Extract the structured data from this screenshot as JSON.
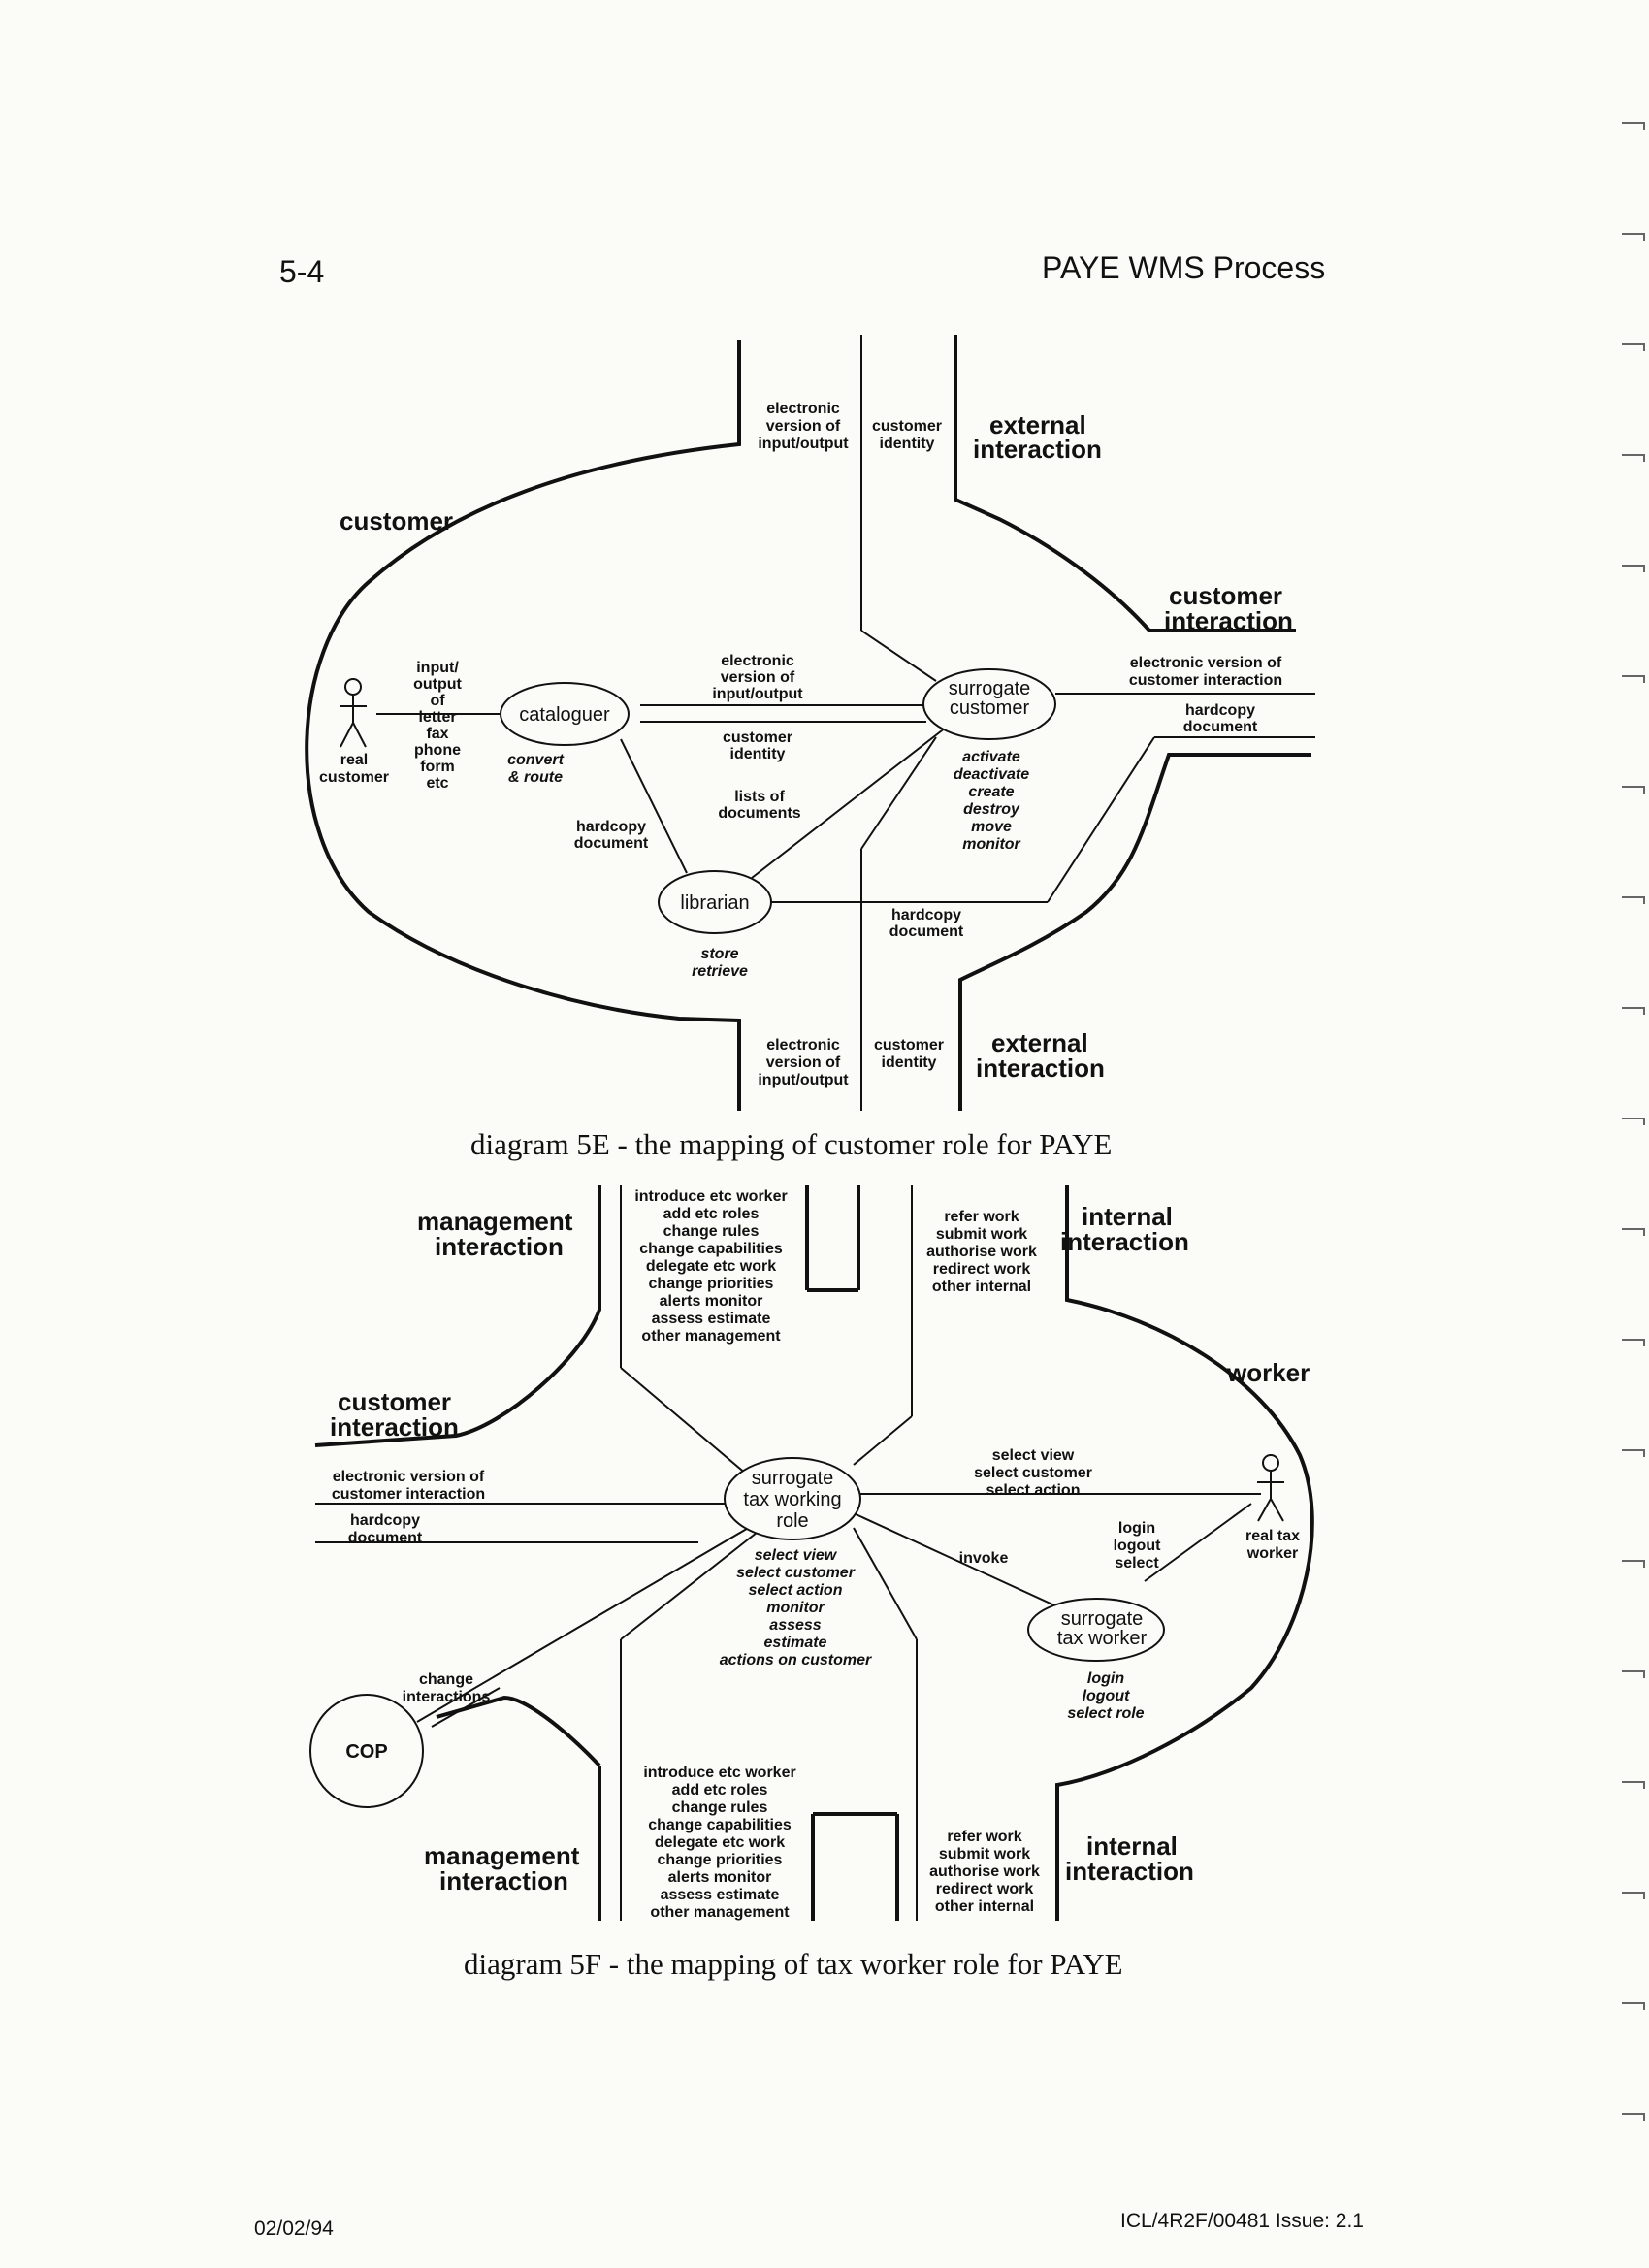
{
  "header": {
    "page_number": "5-4",
    "title": "PAYE WMS Process"
  },
  "footer": {
    "date": "02/02/94",
    "reference": "ICL/4R2F/00481 Issue: 2.1"
  },
  "diagram_5e": {
    "caption": "diagram 5E - the mapping of customer role for PAYE",
    "region_customer": "customer",
    "ext_top": [
      "external",
      "interaction"
    ],
    "ext_bottom": [
      "external",
      "interaction"
    ],
    "cust_interaction": [
      "customer",
      "interaction"
    ],
    "top_left_flow": [
      "electronic",
      "version of",
      "input/output"
    ],
    "top_right_flow": [
      "customer",
      "identity"
    ],
    "bottom_left_flow": [
      "electronic",
      "version of",
      "input/output"
    ],
    "bottom_right_flow": [
      "customer",
      "identity"
    ],
    "actor_label": [
      "real",
      "customer"
    ],
    "input_label": [
      "input/",
      "output",
      "of",
      "letter",
      "fax",
      "phone",
      "form",
      "etc"
    ],
    "cataloguer": "cataloguer",
    "cataloguer_ops": [
      "convert",
      "& route"
    ],
    "flow_electronic": [
      "electronic",
      "version of",
      "input/output"
    ],
    "flow_identity": [
      "customer",
      "identity"
    ],
    "flow_lists": [
      "lists of",
      "documents"
    ],
    "flow_hardcopy_left": [
      "hardcopy",
      "document"
    ],
    "surrogate": [
      "surrogate",
      "customer"
    ],
    "surrogate_ops": [
      "activate",
      "deactivate",
      "create",
      "destroy",
      "move",
      "monitor"
    ],
    "librarian": "librarian",
    "librarian_ops": [
      "store",
      "retrieve"
    ],
    "flow_hardcopy_bottom": [
      "hardcopy",
      "document"
    ],
    "right_electronic": [
      "electronic version of",
      "customer interaction"
    ],
    "right_hardcopy": [
      "hardcopy",
      "document"
    ]
  },
  "diagram_5f": {
    "caption": "diagram 5F - the mapping of tax worker role for PAYE",
    "mgmt_top": [
      "management",
      "interaction"
    ],
    "mgmt_bottom": [
      "management",
      "interaction"
    ],
    "internal_top": [
      "internal",
      "interaction"
    ],
    "internal_bottom": [
      "internal",
      "interaction"
    ],
    "region_worker": "worker",
    "cust_interaction": [
      "customer",
      "interaction"
    ],
    "mgmt_list_top": [
      "introduce etc worker",
      "add etc roles",
      "change rules",
      "change capabilities",
      "delegate etc work",
      "change priorities",
      "alerts  monitor",
      "assess  estimate",
      "other management"
    ],
    "mgmt_list_bottom": [
      "introduce etc worker",
      "add etc roles",
      "change rules",
      "change capabilities",
      "delegate etc work",
      "change priorities",
      "alerts  monitor",
      "assess  estimate",
      "other management"
    ],
    "internal_list_top": [
      "refer work",
      "submit work",
      "authorise work",
      "redirect work",
      "other internal"
    ],
    "internal_list_bottom": [
      "refer work",
      "submit work",
      "authorise work",
      "redirect work",
      "other internal"
    ],
    "left_electronic": [
      "electronic version of",
      "customer interaction"
    ],
    "left_hardcopy": [
      "hardcopy",
      "document"
    ],
    "surrogate_role": [
      "surrogate",
      "tax working",
      "role"
    ],
    "role_ops": [
      "select view",
      "select customer",
      "select action",
      "monitor",
      "assess",
      "estimate",
      "actions on customer"
    ],
    "select_flow": [
      "select view",
      "select customer",
      "select action"
    ],
    "actor_label": [
      "real tax",
      "worker"
    ],
    "login_flow": [
      "login",
      "logout",
      "select"
    ],
    "invoke": "invoke",
    "surrogate_worker": [
      "surrogate",
      "tax worker"
    ],
    "worker_ops": [
      "login",
      "logout",
      "select role"
    ],
    "change_flow": [
      "change",
      "interactions"
    ],
    "cop": "COP"
  }
}
